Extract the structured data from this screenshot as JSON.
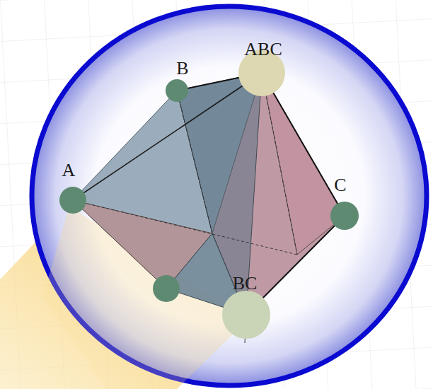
{
  "diagram": {
    "labels": [
      "B",
      "ABC",
      "A",
      "C",
      "BC"
    ]
  }
}
